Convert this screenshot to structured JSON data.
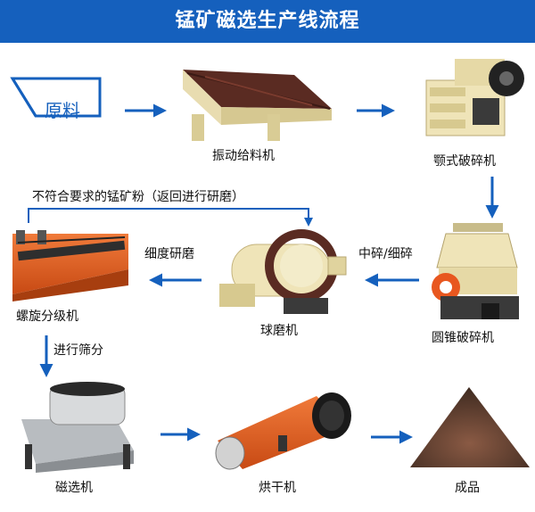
{
  "title": "锰矿磁选生产线流程",
  "colors": {
    "banner": "#1560bd",
    "arrow": "#1560bd",
    "orange": "#e8571f",
    "cream": "#efe4b8"
  },
  "nodes": {
    "raw": "原料",
    "feeder": "振动给料机",
    "jaw": "颚式破碎机",
    "cone": "圆锥破碎机",
    "ball": "球磨机",
    "spiral": "螺旋分级机",
    "magnetic": "磁选机",
    "dryer": "烘干机",
    "product": "成品"
  },
  "edge_labels": {
    "cone_to_ball": "中碎/细碎",
    "ball_to_spiral": "细度研磨",
    "spiral_to_magnetic": "进行筛分",
    "return_loop": "不符合要求的锰矿粉（返回进行研磨）"
  }
}
